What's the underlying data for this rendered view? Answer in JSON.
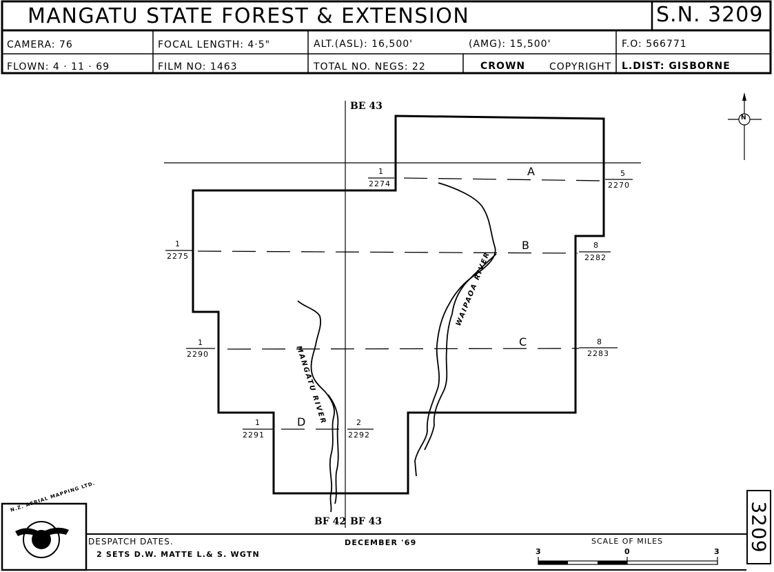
{
  "header": {
    "title": "MANGATU  STATE  FOREST  &  EXTENSION",
    "sn": "S.N. 3209",
    "row1": {
      "camera": "CAMERA: 76",
      "focal_length": "FOCAL  LENGTH:  4·5\"",
      "alt_asl": "ALT.(ASL):  16,500'",
      "amg": "(AMG): 15,500'",
      "fo": "F.O:  566771"
    },
    "row2": {
      "flown": "FLOWN:  4 · 11 · 69",
      "film_no": "FILM  NO:  1463",
      "total_negs": "TOTAL  NO.  NEGS:  22",
      "crown": "CROWN",
      "copyright": "COPYRIGHT",
      "ldist": "L.DIST:  GISBORNE"
    }
  },
  "map": {
    "grid_top_label": "BE 43",
    "grid_bottom_left": "BF 42",
    "grid_bottom_right": "BF 43",
    "north_label": "N",
    "rivers": {
      "waipaoa": "WAIPAOA   RIVER",
      "mangatu": "MANGATU    RIVER"
    },
    "runs": [
      {
        "letter": "A",
        "start_num": "1",
        "start_photo": "2274",
        "end_num": "5",
        "end_photo": "2270"
      },
      {
        "letter": "B",
        "start_num": "1",
        "start_photo": "2275",
        "end_num": "8",
        "end_photo": "2282"
      },
      {
        "letter": "C",
        "start_num": "1",
        "start_photo": "2290",
        "end_num": "8",
        "end_photo": "2283"
      },
      {
        "letter": "D",
        "start_num": "1",
        "start_photo": "2291",
        "end_num": "2",
        "end_photo": "2292"
      }
    ]
  },
  "footer": {
    "logo_text": "N.Z. AERIAL MAPPING LTD.",
    "despatch_label": "DESPATCH  DATES.",
    "despatch_detail": "2   SETS    D.W.   MATTE    L.& S.  WGTN",
    "date": "DECEMBER  '69",
    "scale_label": "SCALE  OF  MILES",
    "scale_left": "3",
    "scale_mid": "0",
    "scale_right": "3",
    "sheet_number": "3209"
  }
}
